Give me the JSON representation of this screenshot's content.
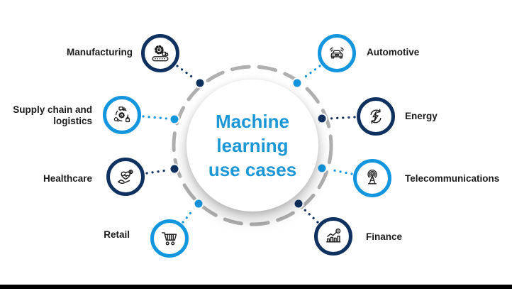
{
  "center": {
    "line1": "Machine",
    "line2": "learning",
    "line3": "use cases"
  },
  "items": [
    {
      "label": "Manufacturing",
      "icon": "factory-conveyor-icon",
      "color": "#0E3160",
      "side": "left"
    },
    {
      "label": "Supply chain and logistics",
      "icon": "logistics-cycle-icon",
      "color": "#1496DF",
      "side": "left"
    },
    {
      "label": "Healthcare",
      "icon": "heart-care-icon",
      "color": "#0E3160",
      "side": "left"
    },
    {
      "label": "Retail",
      "icon": "shopping-cart-icon",
      "color": "#1496DF",
      "side": "left"
    },
    {
      "label": "Automotive",
      "icon": "connected-car-icon",
      "color": "#1496DF",
      "side": "right"
    },
    {
      "label": "Energy",
      "icon": "energy-cycle-icon",
      "color": "#0E3160",
      "side": "right"
    },
    {
      "label": "Telecommunications",
      "icon": "radio-tower-icon",
      "color": "#1496DF",
      "side": "right"
    },
    {
      "label": "Finance",
      "icon": "finance-growth-icon",
      "color": "#0E3160",
      "side": "right"
    }
  ],
  "colors": {
    "navy": "#0E3160",
    "blue": "#1496DF",
    "title_text": "#1B97D8",
    "ring_gray": "#AFAFAF",
    "label_text": "#1A1A1A",
    "bottom_bar": "#000000"
  }
}
